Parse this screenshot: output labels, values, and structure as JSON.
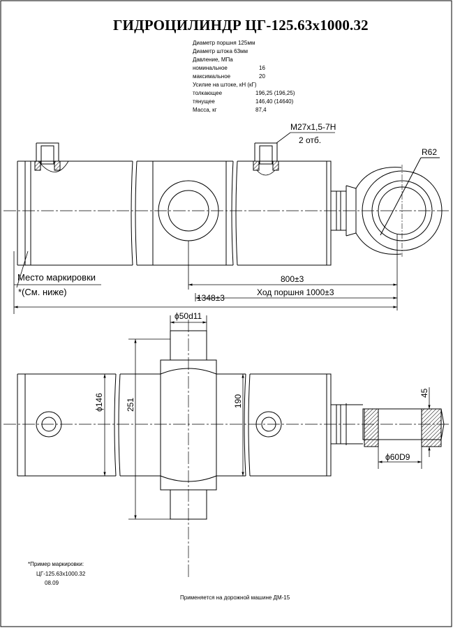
{
  "title": "ГИДРОЦИЛИНДР ЦГ-125.63х1000.32",
  "specs": {
    "piston_diameter": "Диаметр поршня 125мм",
    "rod_diameter": "Диаметр штока 63мм",
    "pressure_header": "Давление, МПа",
    "nominal_label": "номинальное",
    "nominal_value": "16",
    "max_label": "максимальное",
    "max_value": "20",
    "force_header": "Усилие на штоке, кН (кГ)",
    "push_label": "толкающее",
    "push_value": "196,25 (196,25)",
    "pull_label": "тянущее",
    "pull_value": "146,40 (14640)",
    "mass_label": "Масса, кг",
    "mass_value": "87,4"
  },
  "dimensions": {
    "port_thread": "М27х1,5-7Н",
    "port_count": "2 отб.",
    "eye_radius": "R62",
    "mount_distance": "800±3",
    "stroke": "Ход поршня 1000±3",
    "total_length": "1348±3",
    "trunnion_diameter": "ϕ50d11",
    "body_diameter": "ϕ146",
    "trunnion_span": "251",
    "body_width": "190",
    "eye_width": "45",
    "eye_bore": "ϕ60D9"
  },
  "marking": {
    "place_label": "Место маркировки",
    "see_below": "*(См. ниже)",
    "example_header": "*Пример маркировки:",
    "example_code": "ЦГ-125.63х1000.32",
    "example_date": "08.09"
  },
  "footer_note": "Применяется на дорожной машине ДМ-15"
}
